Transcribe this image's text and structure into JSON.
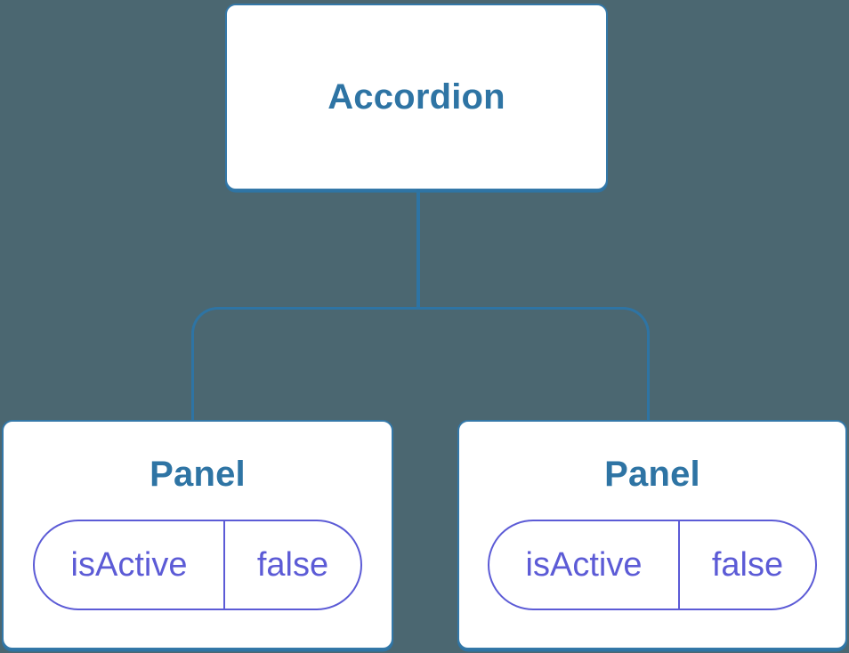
{
  "theme": {
    "background": "#4B6771",
    "node-bg": "#FFFFFF",
    "line-blue": "#2E74A4",
    "border-blue": "#3478A8",
    "text-blue": "#2E74A4",
    "purple": "#5C5BD6"
  },
  "tree": {
    "root": {
      "label": "Accordion"
    },
    "children": [
      {
        "label": "Panel",
        "state": {
          "key": "isActive",
          "value": "false"
        }
      },
      {
        "label": "Panel",
        "state": {
          "key": "isActive",
          "value": "false"
        }
      }
    ]
  }
}
